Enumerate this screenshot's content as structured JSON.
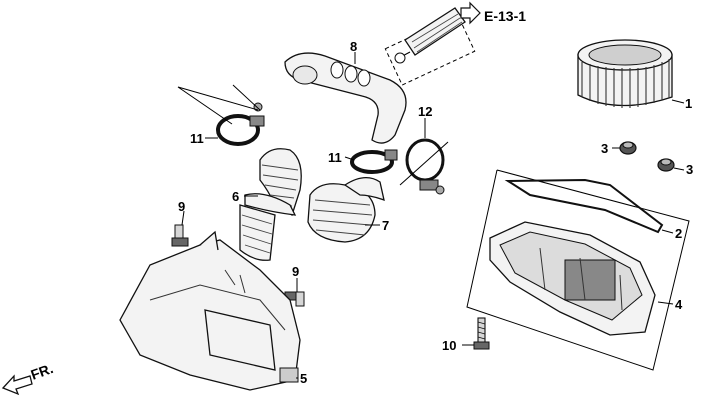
{
  "diagram": {
    "reference": "E-13-1",
    "direction_label": "FR.",
    "callouts": [
      {
        "id": "1",
        "label": "1"
      },
      {
        "id": "2",
        "label": "2"
      },
      {
        "id": "3a",
        "label": "3"
      },
      {
        "id": "3b",
        "label": "3"
      },
      {
        "id": "4",
        "label": "4"
      },
      {
        "id": "5",
        "label": "5"
      },
      {
        "id": "6",
        "label": "6"
      },
      {
        "id": "7",
        "label": "7"
      },
      {
        "id": "8",
        "label": "8"
      },
      {
        "id": "9a",
        "label": "9"
      },
      {
        "id": "9b",
        "label": "9"
      },
      {
        "id": "10",
        "label": "10"
      },
      {
        "id": "11a",
        "label": "11"
      },
      {
        "id": "11b",
        "label": "11"
      },
      {
        "id": "12",
        "label": "12"
      }
    ]
  }
}
